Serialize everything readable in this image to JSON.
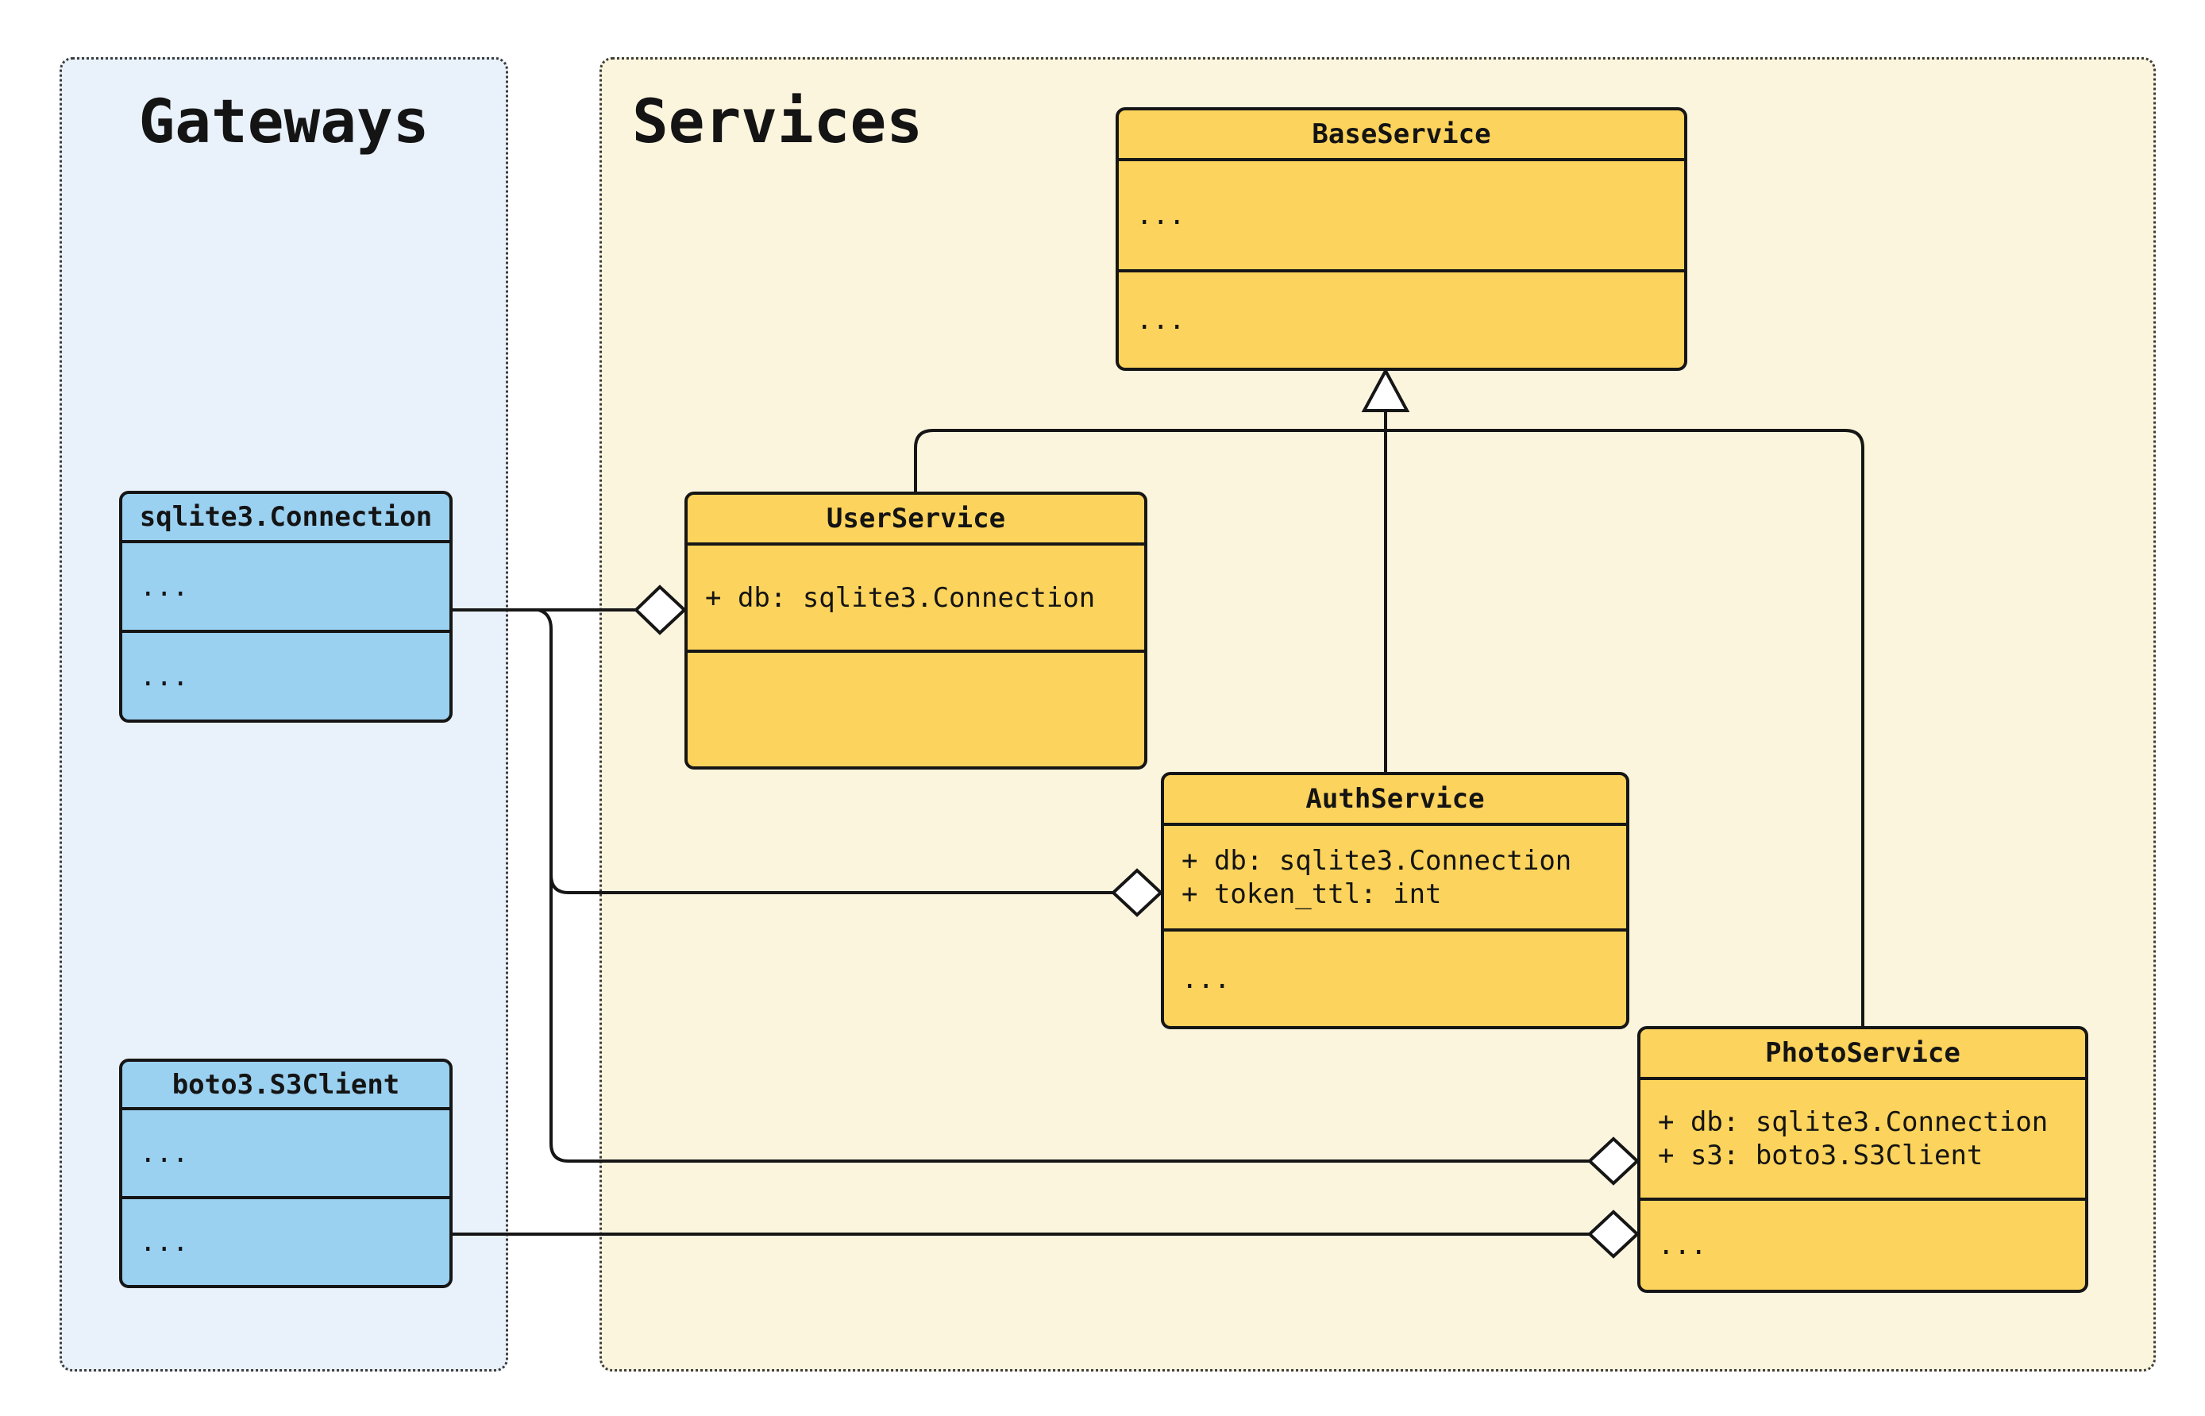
{
  "groups": {
    "gateways": {
      "label": "Gateways"
    },
    "services": {
      "label": "Services"
    }
  },
  "classes": {
    "base": {
      "title": "BaseService",
      "attrs": [
        "..."
      ],
      "methods": [
        "..."
      ]
    },
    "user": {
      "title": "UserService",
      "attrs": [
        "+ db: sqlite3.Connection"
      ],
      "methods": []
    },
    "auth": {
      "title": "AuthService",
      "attrs": [
        "+ db: sqlite3.Connection",
        "+ token_ttl: int"
      ],
      "methods": [
        "..."
      ]
    },
    "photo": {
      "title": "PhotoService",
      "attrs": [
        "+ db: sqlite3.Connection",
        "+ s3: boto3.S3Client"
      ],
      "methods": [
        "..."
      ]
    },
    "sqlite": {
      "title": "sqlite3.Connection",
      "attrs": [
        "..."
      ],
      "methods": [
        "..."
      ]
    },
    "boto": {
      "title": "boto3.S3Client",
      "attrs": [
        "..."
      ],
      "methods": [
        "..."
      ]
    }
  },
  "relations": [
    {
      "from": "UserService",
      "to": "BaseService",
      "type": "inheritance"
    },
    {
      "from": "AuthService",
      "to": "BaseService",
      "type": "inheritance"
    },
    {
      "from": "PhotoService",
      "to": "BaseService",
      "type": "inheritance"
    },
    {
      "from": "sqlite3.Connection",
      "to": "UserService",
      "type": "aggregation"
    },
    {
      "from": "sqlite3.Connection",
      "to": "AuthService",
      "type": "aggregation"
    },
    {
      "from": "sqlite3.Connection",
      "to": "PhotoService",
      "type": "aggregation"
    },
    {
      "from": "boto3.S3Client",
      "to": "PhotoService",
      "type": "aggregation"
    }
  ],
  "colors": {
    "service_box": "#fcd35c",
    "gateway_box": "#9ad0f0",
    "services_bg": "#fcf5de",
    "gateways_bg": "#e9f1fa",
    "stroke": "#161616"
  }
}
